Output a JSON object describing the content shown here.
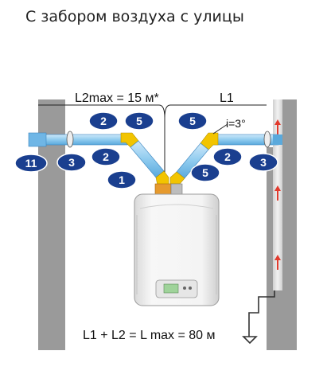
{
  "title": "С забором воздуха с улицы",
  "dimensions": {
    "l2max": "L2max = 15 м*",
    "l1": "L1",
    "slope": "i=3°",
    "formula": "L1 + L2 = L max = 80 м"
  },
  "badges": {
    "b11": "11",
    "b3_left": "3",
    "b2_left_top": "2",
    "b2_left_mid": "2",
    "b5_left": "5",
    "b1": "1",
    "b5_right_top": "5",
    "b5_right_bottom": "5",
    "b2_right": "2",
    "b3_right": "3"
  },
  "colors": {
    "badge": "#1a3f8f",
    "pipe": "#8fcbef",
    "elbow": "#f2c400",
    "wall": "#9a9a9a",
    "arrow": "#e23b2e"
  }
}
